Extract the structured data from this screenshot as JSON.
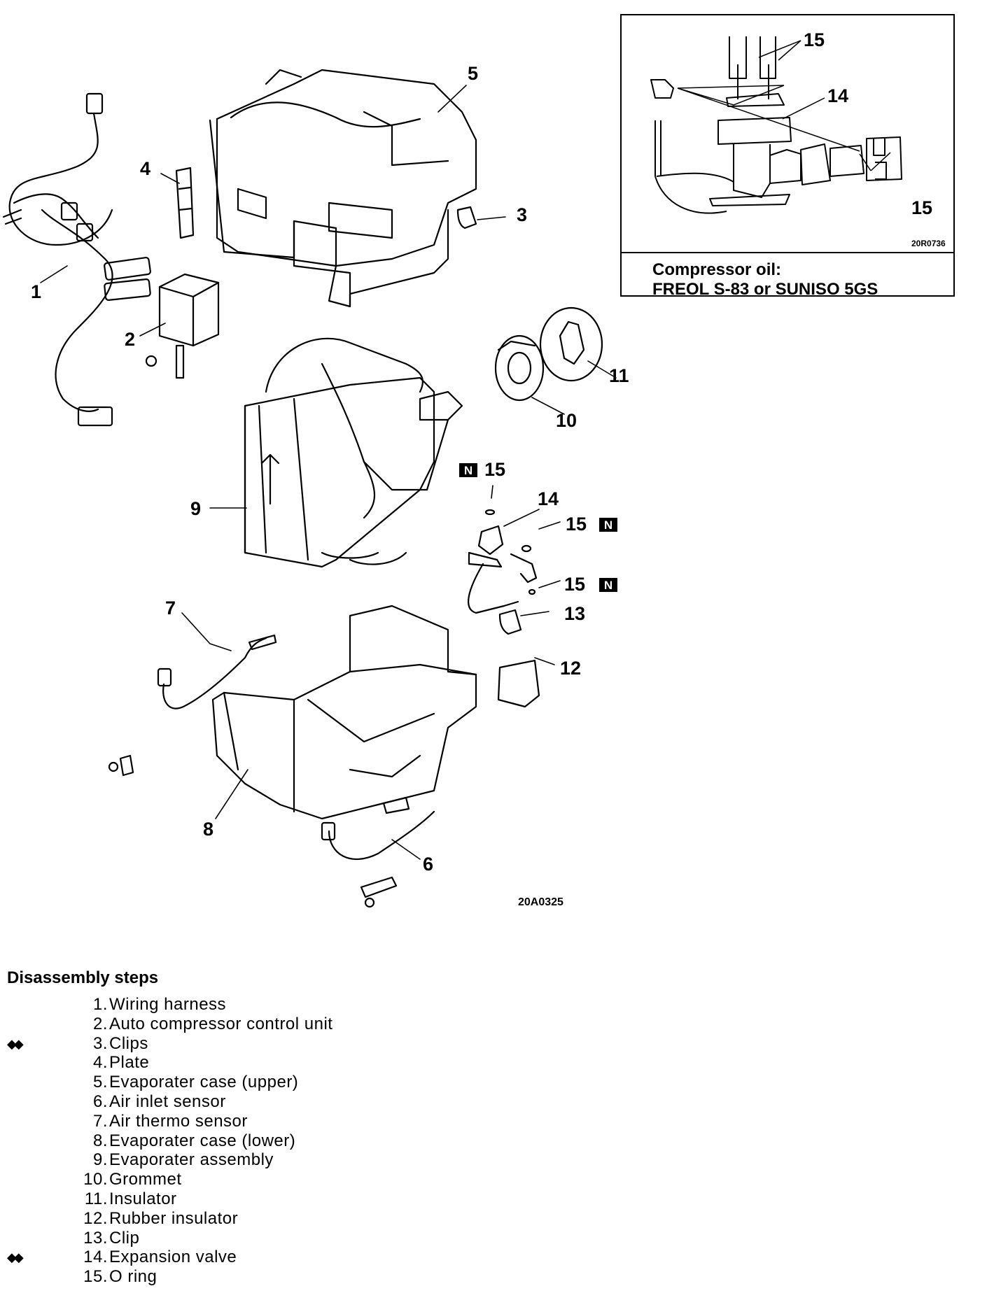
{
  "diagram": {
    "figure_code": "20A0325",
    "callouts": [
      "1",
      "2",
      "3",
      "4",
      "5",
      "6",
      "7",
      "8",
      "9",
      "10",
      "11",
      "12",
      "13",
      "14",
      "15",
      "15",
      "15"
    ],
    "new_part_mark": "N"
  },
  "inset": {
    "figure_code": "20R0736",
    "callouts": [
      "15",
      "14",
      "15"
    ],
    "note_line1": "Compressor oil:",
    "note_line2": "FREOL S-83 or SUNISO 5GS"
  },
  "steps": {
    "title": "Disassembly steps",
    "items": [
      {
        "num": "1.",
        "label": "Wiring harness"
      },
      {
        "num": "2.",
        "label": "Auto compressor control unit"
      },
      {
        "num": "3.",
        "label": "Clips",
        "mark": "◆◆"
      },
      {
        "num": "4.",
        "label": "Plate"
      },
      {
        "num": "5.",
        "label": "Evaporater case (upper)"
      },
      {
        "num": "6.",
        "label": "Air inlet sensor"
      },
      {
        "num": "7.",
        "label": "Air thermo sensor"
      },
      {
        "num": "8.",
        "label": "Evaporater case (lower)"
      },
      {
        "num": "9.",
        "label": "Evaporater assembly"
      },
      {
        "num": "10.",
        "label": "Grommet"
      },
      {
        "num": "11.",
        "label": "Insulator"
      },
      {
        "num": "12.",
        "label": "Rubber insulator"
      },
      {
        "num": "13.",
        "label": "Clip"
      },
      {
        "num": "14.",
        "label": "Expansion valve",
        "mark": "◆◆"
      },
      {
        "num": "15.",
        "label": "O ring"
      }
    ]
  }
}
